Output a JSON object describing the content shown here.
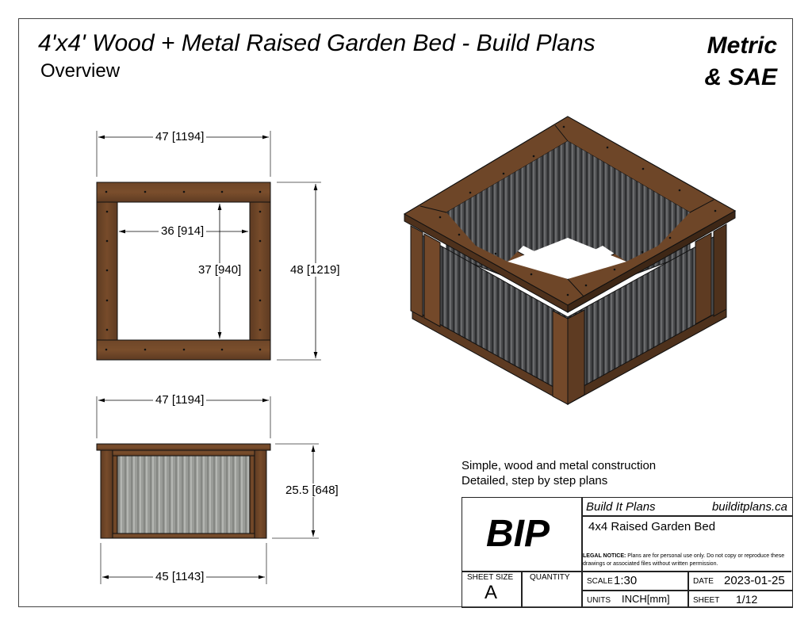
{
  "header": {
    "title": "4'x4' Wood + Metal Raised Garden Bed - Build Plans",
    "subtitle": "Overview",
    "units_line1": "Metric",
    "units_line2": "& SAE"
  },
  "top_view": {
    "overall_width": "47 [1194]",
    "inner_width": "36 [914]",
    "inner_depth": "37 [940]",
    "overall_depth": "48 [1219]"
  },
  "front_view": {
    "overall_width": "47 [1194]",
    "height": "25.5 [648]",
    "base_width": "45 [1143]"
  },
  "description": {
    "line1": "Simple, wood and metal construction",
    "line2": "Detailed, step by step plans"
  },
  "title_block": {
    "logo": "BIP",
    "company": "Build It Plans",
    "website": "builditplans.ca",
    "project": "4x4 Raised Garden Bed",
    "legal_label": "LEGAL NOTICE:",
    "legal_text": " Plans are for personal use only. Do not copy or reproduce these drawings or associated files without written permission.",
    "sheet_size_label": "SHEET SIZE",
    "sheet_size": "A",
    "quantity_label": "QUANTITY",
    "quantity": "",
    "scale_label": "SCALE",
    "scale": "1:30",
    "date_label": "DATE",
    "date": "2023-01-25",
    "units_label": "UNITS",
    "units": "INCH[mm]",
    "sheet_label": "SHEET",
    "sheet": "1/12"
  },
  "colors": {
    "wood": "#6b4427",
    "wood_dark": "#4e311c",
    "metal_dark": "#4a4a4c",
    "metal_light": "#9c9e9a",
    "line": "#111111"
  }
}
